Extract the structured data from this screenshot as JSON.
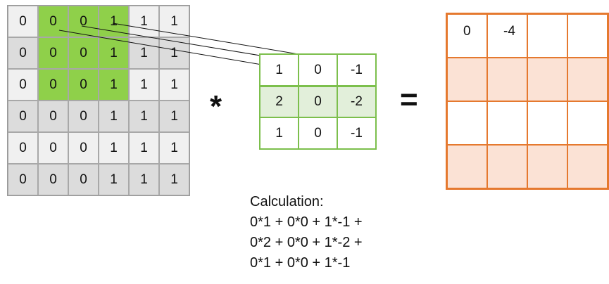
{
  "input": {
    "rows": [
      [
        "0",
        "0",
        "0",
        "1",
        "1",
        "1"
      ],
      [
        "0",
        "0",
        "0",
        "1",
        "1",
        "1"
      ],
      [
        "0",
        "0",
        "0",
        "1",
        "1",
        "1"
      ],
      [
        "0",
        "0",
        "0",
        "1",
        "1",
        "1"
      ],
      [
        "0",
        "0",
        "0",
        "1",
        "1",
        "1"
      ],
      [
        "0",
        "0",
        "0",
        "1",
        "1",
        "1"
      ]
    ],
    "highlight_color": "#8fd04a"
  },
  "operator_multiply": "*",
  "kernel": {
    "rows": [
      [
        "1",
        "0",
        "-1"
      ],
      [
        "2",
        "0",
        "-2"
      ],
      [
        "1",
        "0",
        "-1"
      ]
    ],
    "color": "#7cbf4c"
  },
  "operator_equals": "=",
  "output": {
    "rows": [
      [
        "0",
        "-4",
        "",
        ""
      ],
      [
        "",
        "",
        "",
        ""
      ],
      [
        "",
        "",
        "",
        ""
      ],
      [
        "",
        "",
        "",
        ""
      ]
    ],
    "color": "#e5792f",
    "shade_color": "#fbe2d5"
  },
  "calculation": {
    "title": "Calculation:",
    "lines": [
      "0*1 + 0*0 + 1*-1 +",
      "0*2 + 0*0 + 1*-2 +",
      "0*1 + 0*0 + 1*-1"
    ]
  }
}
